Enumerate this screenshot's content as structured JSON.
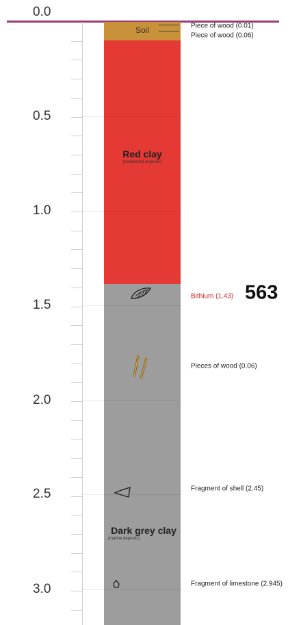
{
  "scale": {
    "labels": [
      "0.0",
      "0.5",
      "1.0",
      "1.5",
      "2.0",
      "2.5",
      "3.0"
    ]
  },
  "layers": [
    {
      "name": "Soil",
      "subtitle": "",
      "color": "#c8913a"
    },
    {
      "name": "Red clay",
      "subtitle": "(continental deposits)",
      "color": "#e53935"
    },
    {
      "name": "Dark grey clay",
      "subtitle": "(marine deposits)",
      "color": "#9d9d9d"
    }
  ],
  "annotations": [
    {
      "text": "Piece of wood (0.01)"
    },
    {
      "text": "Piece of wood (0.06)"
    },
    {
      "text": "Bithium (1.43)"
    },
    {
      "text": "Pieces of wood (0.06)"
    },
    {
      "text": "Fragment of shell (2.45)"
    },
    {
      "text": "Fragment of limestone (2.945)"
    }
  ],
  "sample_number": "563",
  "icons": [
    "gastropod-shell-icon",
    "wood-pieces-icon",
    "shell-fragment-icon",
    "limestone-fragment-icon"
  ],
  "colors": {
    "top_line": "#9b3a7a",
    "bithium_label": "#c62828"
  }
}
